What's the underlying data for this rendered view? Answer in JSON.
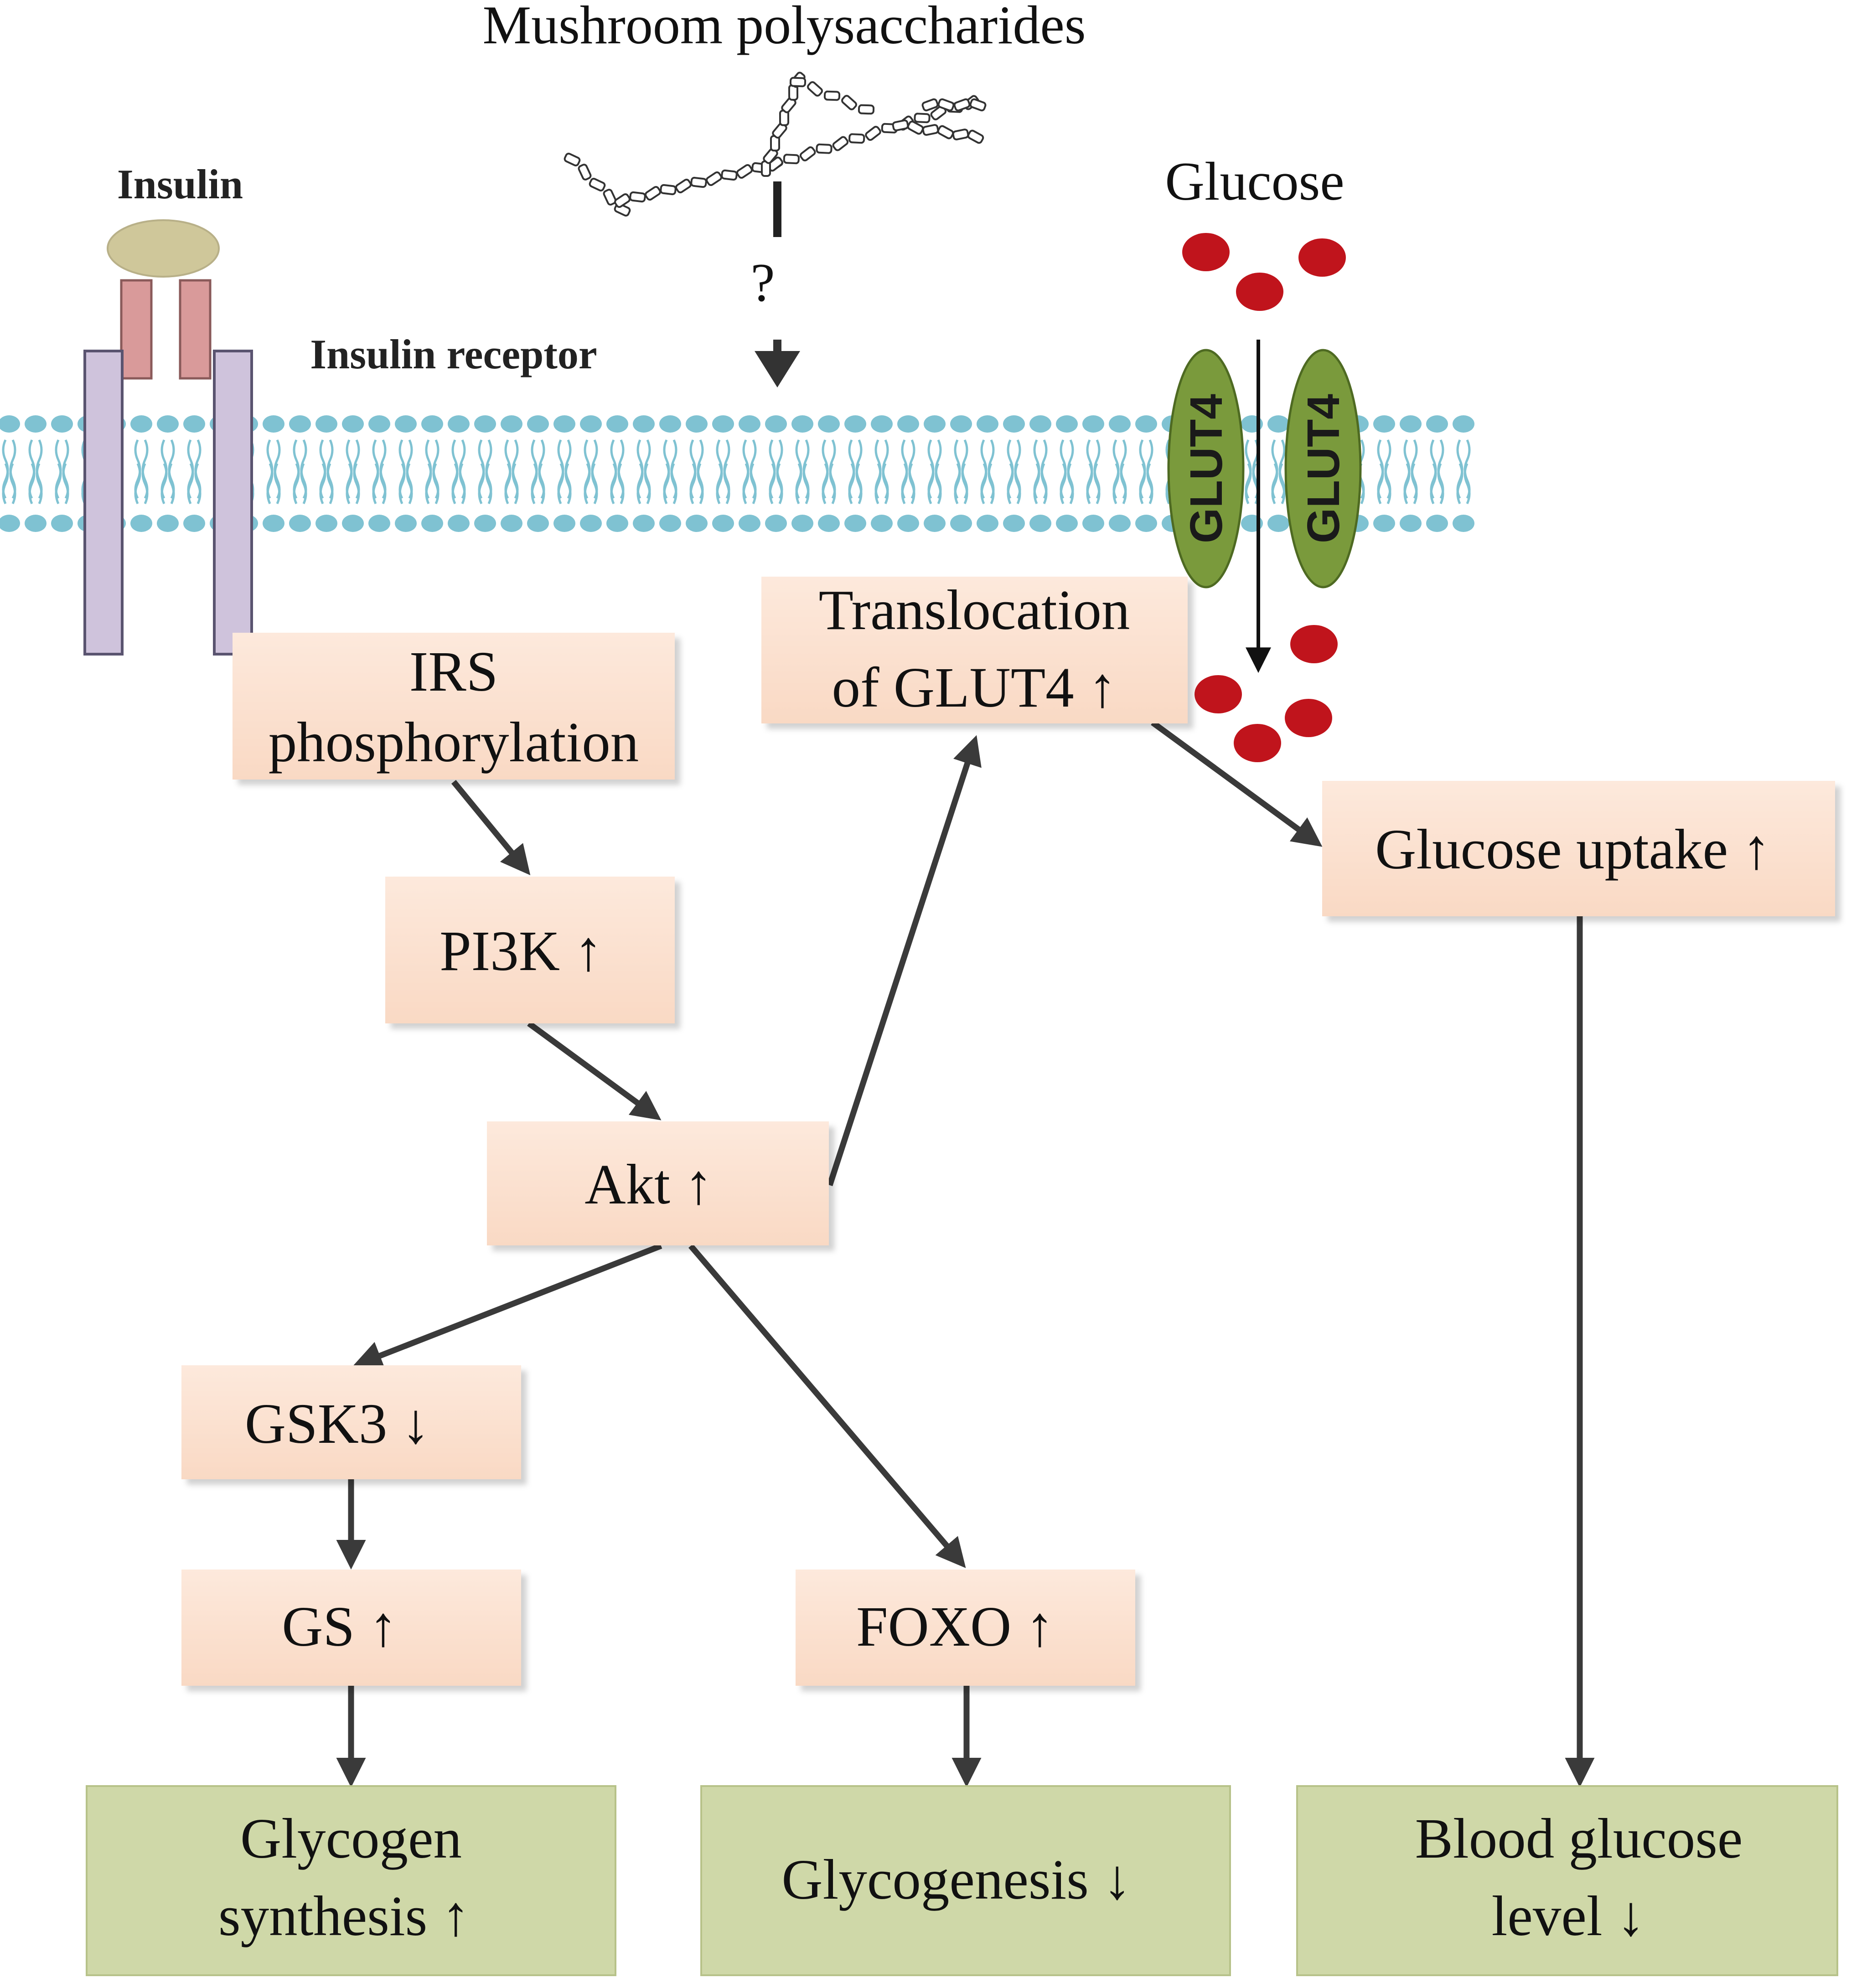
{
  "colors": {
    "pathway_box": "#fbe2d0",
    "outcome_box": "#cfd8a8",
    "arrow": "#3a3a3a",
    "membrane_head": "#7fc2d2",
    "glut4": "#7a9a3c",
    "glucose": "#c0141c",
    "insulin": "#cfc79a",
    "receptor_alpha": "#d99a9a",
    "receptor_beta": "#cfc3dc"
  },
  "icons": {
    "insulin_receptor": "insulin-receptor-icon",
    "polysaccharide": "polysaccharide-chain-icon",
    "membrane": "lipid-bilayer-icon",
    "glucose": "glucose-molecule-icon",
    "transporter": "glut4-transporter-icon"
  },
  "labels": {
    "mushroom_polysaccharides": "Mushroom polysaccharides",
    "question_mark": "?",
    "insulin": "Insulin",
    "insulin_receptor": "Insulin receptor",
    "glucose": "Glucose",
    "glut4_left": "GLUT4",
    "glut4_right": "GLUT4"
  },
  "nodes": {
    "irs": {
      "line1": "IRS",
      "line2": "phosphorylation"
    },
    "pi3k": {
      "text": "PI3K ↑"
    },
    "akt": {
      "text": "Akt ↑"
    },
    "translocation": {
      "line1": "Translocation",
      "line2": "of GLUT4 ↑"
    },
    "glucose_uptake": {
      "text": "Glucose uptake ↑"
    },
    "gsk3": {
      "text": "GSK3 ↓"
    },
    "gs": {
      "text": "GS ↑"
    },
    "foxo": {
      "text": "FOXO ↑"
    }
  },
  "outcomes": {
    "glycogen_synthesis": {
      "line1": "Glycogen",
      "line2": "synthesis ↑"
    },
    "glycogenesis": {
      "text": "Glycogenesis ↓"
    },
    "blood_glucose": {
      "line1": "Blood glucose",
      "line2": "level ↓"
    }
  }
}
